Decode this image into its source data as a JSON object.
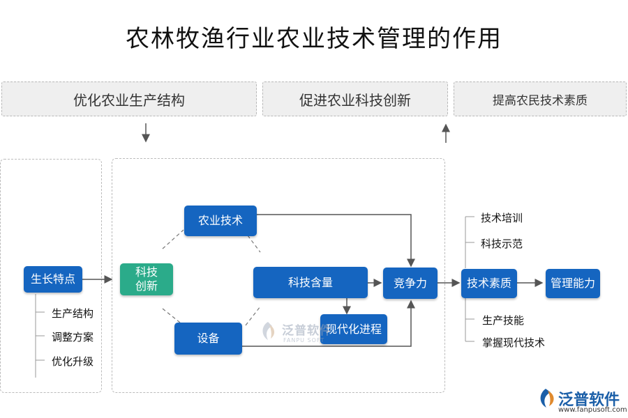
{
  "title": "农林牧渔行业农业技术管理的作用",
  "banners": [
    "优化农业生产结构",
    "促进农业科技创新",
    "提高农民技术素质"
  ],
  "nodes": {
    "growth": "生长特点",
    "innovation": "科技\n创新",
    "agri_tech": "农业技术",
    "tech_content": "科技含量",
    "equipment": "设备",
    "modernization": "现代化进程",
    "competitiveness": "竞争力",
    "tech_quality": "技术素质",
    "management": "管理能力"
  },
  "left_items": [
    "生产结构",
    "调整方案",
    "优化升级"
  ],
  "right_top_items": [
    "技术培训",
    "科技示范"
  ],
  "right_bottom_items": [
    "生产技能",
    "掌握现代技术"
  ],
  "watermark": {
    "text": "泛普软件",
    "sub": "FANPU SOFT"
  },
  "logo": {
    "name": "泛普软件",
    "url": "www.fanpusoft.com"
  },
  "colors": {
    "node_blue": "#1565c0",
    "node_green": "#2bab8a",
    "banner_bg": "#efefef",
    "arrow": "#555555"
  }
}
